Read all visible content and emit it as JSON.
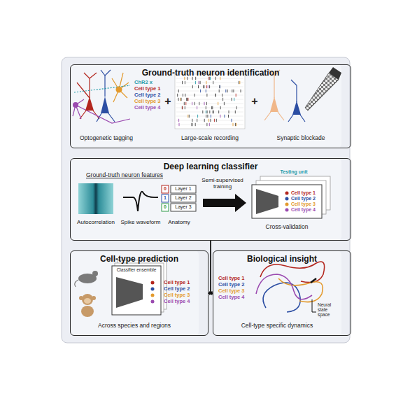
{
  "diagram": {
    "nodes": [
      {
        "text": [
          "Ground-truth neuron identification"
        ]
      },
      {
        "text": [
          "Deep learning classifier"
        ]
      },
      {
        "text": [
          "Cell-type prediction"
        ]
      },
      {
        "text": [
          "Biological insight"
        ]
      }
    ],
    "edges": [
      {
        "from": 1,
        "to": 2,
        "arrow": "to"
      },
      {
        "from": 1,
        "to": 3,
        "arrow": "to"
      }
    ],
    "labels": [
      "ChR2 x",
      "Cell type 1",
      "Cell type 2",
      "Cell type 3",
      "Cell type 4",
      "+",
      "+",
      "Optogenetic tagging",
      "Large-scale recording",
      "Synaptic blockade",
      "Ground-truth neuron features",
      "Autocorrelation",
      "Spike waveform",
      "Anatomy",
      "0",
      "Layer 1",
      "1",
      "Layer 2",
      "0",
      "Layer 3",
      "Semi-supervised training",
      "Testing unit",
      "Cell type 1",
      "Cell type 2",
      "Cell type 3",
      "Cell type 4",
      "Cross-validation",
      "Classifier ensemble",
      "Cell type 1",
      "Cell type 2",
      "Cell type 3",
      "Cell type 4",
      "Across species and regions",
      "Cell type 1",
      "Cell type 2",
      "Cell type 3",
      "Cell type 4",
      "Neural state space",
      "Cell-type specific dynamics"
    ]
  }
}
